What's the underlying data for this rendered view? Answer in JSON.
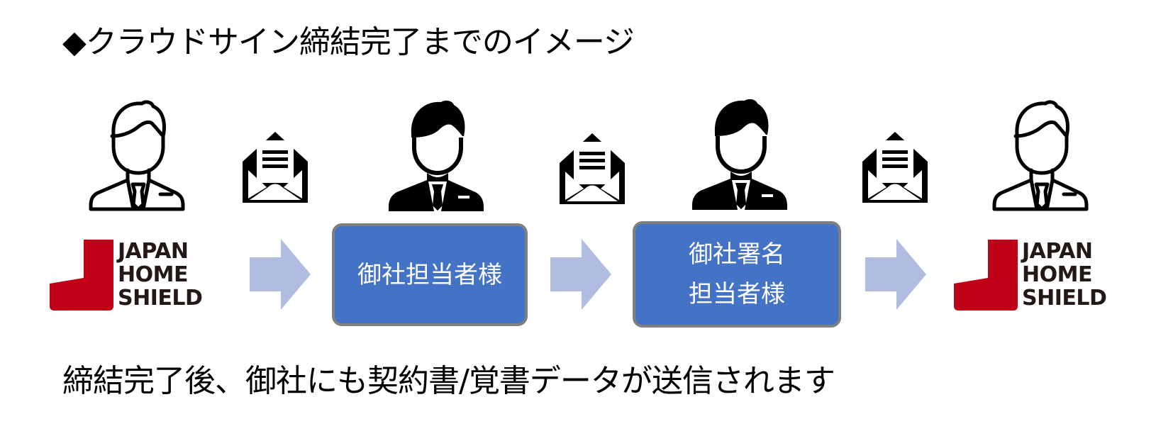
{
  "title": "◆クラウドサイン締結完了までのイメージ",
  "footer": "締結完了後、御社にも契約書/覚書データが送信されます",
  "colors": {
    "box_fill": "#4472c4",
    "box_border": "#7f7f7f",
    "arrow": "#b0bde0",
    "logo_red": "#c00018",
    "logo_text": "#231815"
  },
  "flow": {
    "start_logo": {
      "lines": [
        "JAPAN",
        "HOME",
        "SHIELD"
      ],
      "person_icon": "person-outline-icon"
    },
    "step1": {
      "label_lines": [
        "御社担当者様"
      ],
      "person_icon": "person-solid-icon"
    },
    "step2": {
      "label_lines": [
        "御社署名",
        "担当者様"
      ],
      "person_icon": "person-solid-icon"
    },
    "end_logo": {
      "lines": [
        "JAPAN",
        "HOME",
        "SHIELD"
      ],
      "person_icon": "person-outline-icon"
    },
    "envelope_icon": "open-envelope-icon",
    "arrow_icon": "right-arrow-icon"
  }
}
